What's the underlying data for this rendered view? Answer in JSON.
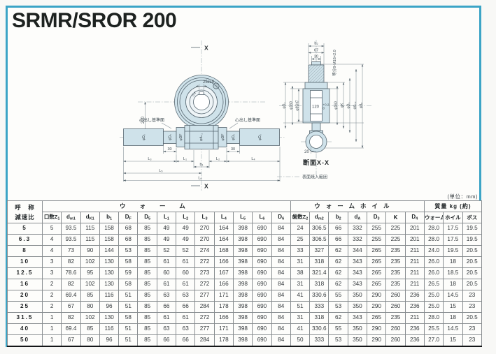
{
  "page": {
    "title": "SRMR/SROR 200",
    "unit_note": "(単位：mm)"
  },
  "drawing": {
    "front": {
      "x_top": "X",
      "x_bottom": "X",
      "dist": "200",
      "keyway": "25Js9",
      "chamfer": "0.4",
      "center_left": "心出し基準面",
      "center_right": "心出し基準面",
      "d30l": "30",
      "d30r": "30",
      "shaft_left_end": "φD₆",
      "shaft_left_step": "φD₅",
      "shaft_left_collar": "φDF",
      "worm_dia": "φdₘ₁",
      "shaft_right_collar": "φDF",
      "shaft_right_step": "φD₅",
      "shaft_right_end": "φD₆",
      "L3": "L₃",
      "L1": "L₁",
      "b1": "b₁",
      "L2": "L₂",
      "L4": "L₄",
      "L5": "L₅",
      "L6": "L₆"
    },
    "section": {
      "title": "断面X-X",
      "b2": "b₂",
      "d67": "67",
      "d30": "30",
      "bolt_note": "等分8-M16×2.0",
      "bore": "120",
      "tol_top": "+0.2",
      "tol_bot": "0",
      "d20": "20",
      "left_dims": [
        "φD₄",
        "φ160",
        "φ95H7"
      ],
      "right_dims": [
        "φ160",
        "φK",
        "φD₃",
        "φdₘ₂",
        "φdₐ"
      ]
    },
    "legend": "表面焼入範囲"
  },
  "table": {
    "ratio_header": [
      "呼　称",
      "減速比"
    ],
    "groups": [
      {
        "label": "ウォーム",
        "span": 13
      },
      {
        "label": "ウォームホイル",
        "span": 7
      },
      {
        "label": "質量 kg (約)",
        "span": 3
      }
    ],
    "columns": [
      {
        "main": "口数Z",
        "sub": "1"
      },
      {
        "main": "d",
        "sub": "m1"
      },
      {
        "main": "d",
        "sub": "K1"
      },
      {
        "main": "b",
        "sub": "1"
      },
      {
        "main": "D",
        "sub": "F"
      },
      {
        "main": "D",
        "sub": "5"
      },
      {
        "main": "L",
        "sub": "1"
      },
      {
        "main": "L",
        "sub": "2"
      },
      {
        "main": "L",
        "sub": "3"
      },
      {
        "main": "L",
        "sub": "4"
      },
      {
        "main": "L",
        "sub": "5"
      },
      {
        "main": "L",
        "sub": "6"
      },
      {
        "main": "D",
        "sub": "6"
      },
      {
        "main": "歯数Z",
        "sub": "2"
      },
      {
        "main": "d",
        "sub": "m2"
      },
      {
        "main": "b",
        "sub": "2"
      },
      {
        "main": "d",
        "sub": "A"
      },
      {
        "main": "D",
        "sub": "3"
      },
      {
        "main": "K",
        "sub": ""
      },
      {
        "main": "D",
        "sub": "4"
      },
      {
        "main": "ウォーム",
        "sub": ""
      },
      {
        "main": "ホイル",
        "sub": ""
      },
      {
        "main": "ボス",
        "sub": ""
      }
    ],
    "rows": [
      {
        "ratio": "5",
        "values": [
          "5",
          "93.5",
          "115",
          "158",
          "68",
          "85",
          "49",
          "49",
          "270",
          "164",
          "398",
          "690",
          "84",
          "24",
          "306.5",
          "66",
          "332",
          "255",
          "225",
          "201",
          "28.0",
          "17.5",
          "19.5"
        ]
      },
      {
        "ratio": "6.3",
        "values": [
          "4",
          "93.5",
          "115",
          "158",
          "68",
          "85",
          "49",
          "49",
          "270",
          "164",
          "398",
          "690",
          "84",
          "25",
          "306.5",
          "66",
          "332",
          "255",
          "225",
          "201",
          "28.0",
          "17.5",
          "19.5"
        ]
      },
      {
        "ratio": "8",
        "values": [
          "4",
          "73",
          "90",
          "144",
          "53",
          "85",
          "52",
          "52",
          "274",
          "168",
          "398",
          "690",
          "84",
          "33",
          "327",
          "62",
          "344",
          "265",
          "235",
          "211",
          "24.0",
          "19.5",
          "20.5"
        ]
      },
      {
        "ratio": "10",
        "values": [
          "3",
          "82",
          "102",
          "130",
          "58",
          "85",
          "61",
          "61",
          "272",
          "166",
          "398",
          "690",
          "84",
          "31",
          "318",
          "62",
          "343",
          "265",
          "235",
          "211",
          "26.0",
          "18",
          "20.5"
        ]
      },
      {
        "ratio": "12.5",
        "values": [
          "3",
          "78.6",
          "95",
          "130",
          "59",
          "85",
          "60",
          "60",
          "273",
          "167",
          "398",
          "690",
          "84",
          "38",
          "321.4",
          "62",
          "343",
          "265",
          "235",
          "211",
          "26.0",
          "18.5",
          "20.5"
        ]
      },
      {
        "ratio": "16",
        "values": [
          "2",
          "82",
          "102",
          "130",
          "58",
          "85",
          "61",
          "61",
          "272",
          "166",
          "398",
          "690",
          "84",
          "31",
          "318",
          "62",
          "343",
          "265",
          "235",
          "211",
          "26.5",
          "18",
          "20.5"
        ]
      },
      {
        "ratio": "20",
        "values": [
          "2",
          "69.4",
          "85",
          "116",
          "51",
          "85",
          "63",
          "63",
          "277",
          "171",
          "398",
          "690",
          "84",
          "41",
          "330.6",
          "55",
          "350",
          "290",
          "260",
          "236",
          "25.0",
          "14.5",
          "23"
        ]
      },
      {
        "ratio": "25",
        "values": [
          "2",
          "67",
          "80",
          "96",
          "51",
          "85",
          "66",
          "66",
          "284",
          "178",
          "398",
          "690",
          "84",
          "51",
          "333",
          "53",
          "350",
          "290",
          "260",
          "236",
          "25.0",
          "15",
          "23"
        ]
      },
      {
        "ratio": "31.5",
        "values": [
          "1",
          "82",
          "102",
          "130",
          "58",
          "85",
          "61",
          "61",
          "272",
          "166",
          "398",
          "690",
          "84",
          "31",
          "318",
          "62",
          "343",
          "265",
          "235",
          "211",
          "28.0",
          "18",
          "20.5"
        ]
      },
      {
        "ratio": "40",
        "values": [
          "1",
          "69.4",
          "85",
          "116",
          "51",
          "85",
          "63",
          "63",
          "277",
          "171",
          "398",
          "690",
          "84",
          "41",
          "330.6",
          "55",
          "350",
          "290",
          "260",
          "236",
          "25.5",
          "14.5",
          "23"
        ]
      },
      {
        "ratio": "50",
        "values": [
          "1",
          "67",
          "80",
          "96",
          "51",
          "85",
          "66",
          "66",
          "284",
          "178",
          "398",
          "690",
          "84",
          "50",
          "333",
          "53",
          "350",
          "290",
          "260",
          "236",
          "27.0",
          "15",
          "23"
        ]
      }
    ]
  }
}
